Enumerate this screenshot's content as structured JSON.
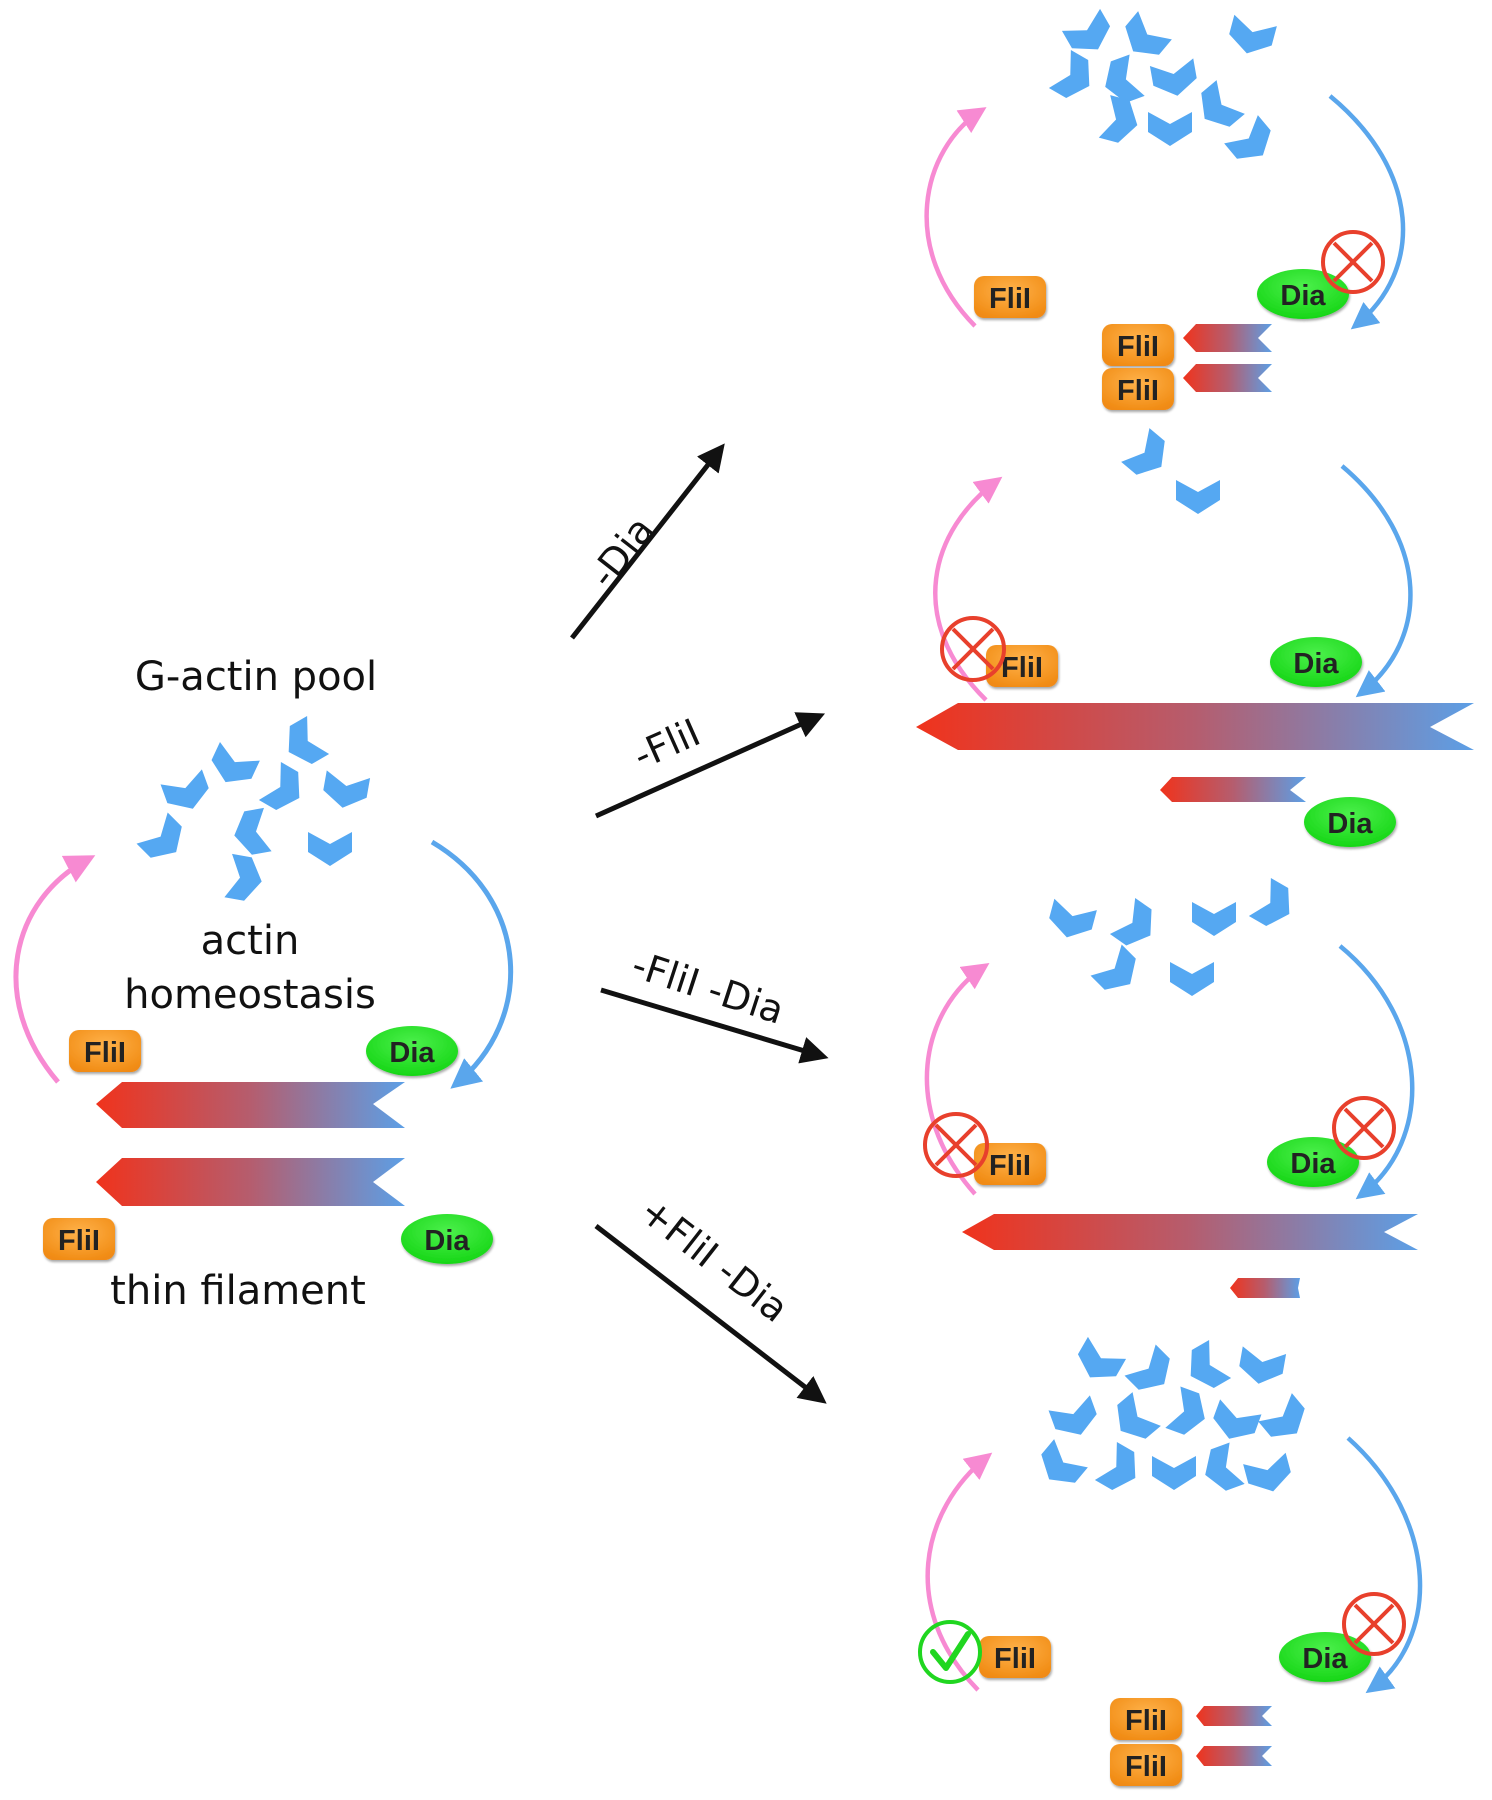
{
  "labels": {
    "pool": "G-actin pool",
    "homeostasis_line1": "actin",
    "homeostasis_line2": "homeostasis",
    "filament": "thin filament"
  },
  "proteins": {
    "fliI": "FliI",
    "dia": "Dia"
  },
  "transitions": [
    {
      "label": "-Dia",
      "target": "panel-1"
    },
    {
      "label": "-FliI",
      "target": "panel-2"
    },
    {
      "label": "-FliI -Dia",
      "target": "panel-3"
    },
    {
      "label": "+FliI -Dia",
      "target": "panel-4"
    }
  ],
  "colors": {
    "actin_monomer": "#55a8f2",
    "polymerization_arrow": "#5aa6ec",
    "depolymerization_arrow": "#f78ad2",
    "fliI_badge": "#f5931e",
    "dia_badge": "#19e619",
    "filament_pointed": "#f0331c",
    "filament_barbed": "#5c9fe6",
    "inhibited_mark": "#e8402c",
    "rescued_mark": "#20d620"
  }
}
